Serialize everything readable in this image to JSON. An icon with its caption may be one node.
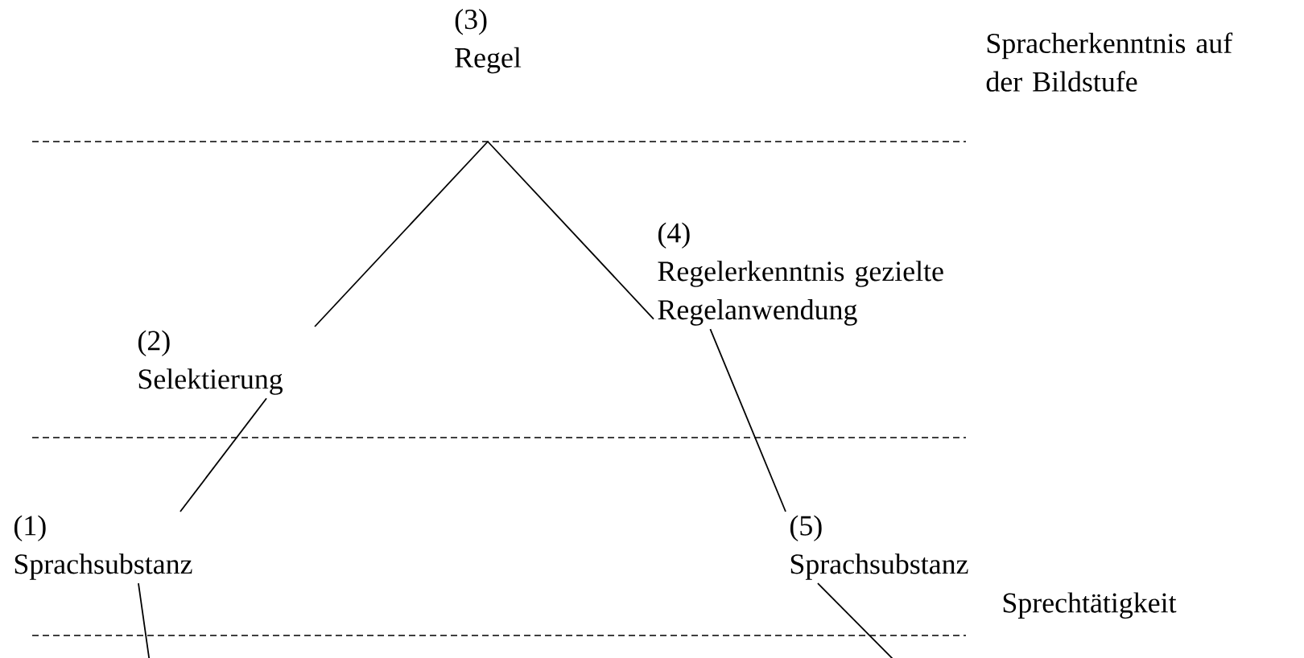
{
  "diagram": {
    "nodes": [
      {
        "text": [
          "(1)",
          "Sprachsubstanz"
        ]
      },
      {
        "text": [
          "(2)",
          "Selektierung"
        ]
      },
      {
        "text": [
          "(3)",
          "Regel"
        ]
      },
      {
        "text": [
          "(4)",
          "Regelerkenntnis gezielte Regelanwendung"
        ]
      },
      {
        "text": [
          "(5)",
          "Sprachsubstanz"
        ]
      }
    ],
    "edges": [
      {
        "from": null,
        "to": 0,
        "arrow": "none"
      },
      {
        "from": 0,
        "to": 1,
        "arrow": "none"
      },
      {
        "from": 1,
        "to": 2,
        "arrow": "none"
      },
      {
        "from": 2,
        "to": 3,
        "arrow": "none"
      },
      {
        "from": 3,
        "to": 4,
        "arrow": "none"
      },
      {
        "from": 4,
        "to": null,
        "arrow": "none"
      }
    ],
    "labels": [
      "Spracherkenntnis auf der Bildstufe",
      "Sprechtätigkeit"
    ]
  }
}
